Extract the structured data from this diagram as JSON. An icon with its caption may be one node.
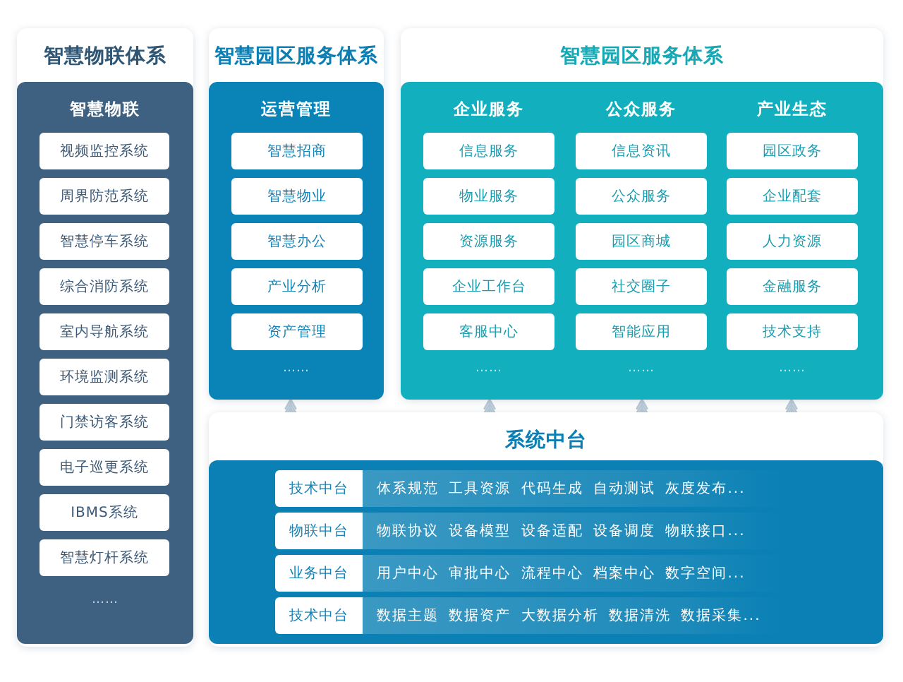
{
  "diagram": {
    "nodes": [
      {
        "text": [
          "智慧物联体系"
        ]
      },
      {
        "text": [
          "智慧物联",
          "……"
        ],
        "in": 0
      },
      {
        "text": [
          "视频监控系统"
        ],
        "in": 1
      },
      {
        "text": [
          "周界防范系统"
        ],
        "in": 1
      },
      {
        "text": [
          "智慧停车系统"
        ],
        "in": 1
      },
      {
        "text": [
          "综合消防系统"
        ],
        "in": 1
      },
      {
        "text": [
          "室内导航系统"
        ],
        "in": 1
      },
      {
        "text": [
          "环境监测系统"
        ],
        "in": 1
      },
      {
        "text": [
          "门禁访客系统"
        ],
        "in": 1
      },
      {
        "text": [
          "电子巡更系统"
        ],
        "in": 1
      },
      {
        "text": [
          "IBMS系统"
        ],
        "in": 1
      },
      {
        "text": [
          "智慧灯杆系统"
        ],
        "in": 1
      },
      {
        "text": [
          "智慧园区服务体系"
        ]
      },
      {
        "text": [
          "运营管理",
          "……"
        ],
        "in": 12
      },
      {
        "text": [
          "智慧招商"
        ],
        "in": 13
      },
      {
        "text": [
          "智慧物业"
        ],
        "in": 13
      },
      {
        "text": [
          "智慧办公"
        ],
        "in": 13
      },
      {
        "text": [
          "产业分析"
        ],
        "in": 13
      },
      {
        "text": [
          "资产管理"
        ],
        "in": 13
      },
      {
        "text": [
          "智慧园区服务体系"
        ]
      },
      {
        "text": [
          "企业服务",
          "公众服务",
          "产业生态",
          "……",
          "……",
          "……"
        ],
        "in": 19
      },
      {
        "text": [
          "信息服务"
        ],
        "in": 20
      },
      {
        "text": [
          "物业服务"
        ],
        "in": 20
      },
      {
        "text": [
          "资源服务"
        ],
        "in": 20
      },
      {
        "text": [
          "企业工作台"
        ],
        "in": 20
      },
      {
        "text": [
          "客服中心"
        ],
        "in": 20
      },
      {
        "text": [
          "信息资讯"
        ],
        "in": 20
      },
      {
        "text": [
          "公众服务"
        ],
        "in": 20
      },
      {
        "text": [
          "园区商城"
        ],
        "in": 20
      },
      {
        "text": [
          "社交圈子"
        ],
        "in": 20
      },
      {
        "text": [
          "智能应用"
        ],
        "in": 20
      },
      {
        "text": [
          "园区政务"
        ],
        "in": 20
      },
      {
        "text": [
          "企业配套"
        ],
        "in": 20
      },
      {
        "text": [
          "人力资源"
        ],
        "in": 20
      },
      {
        "text": [
          "金融服务"
        ],
        "in": 20
      },
      {
        "text": [
          "技术支持"
        ],
        "in": 20
      },
      {
        "text": [
          "系统中台"
        ]
      },
      {
        "text": [],
        "shape": "box",
        "in": 36
      },
      {
        "text": [
          "技术中台"
        ],
        "in": 37
      },
      {
        "text": [
          "体系规范 工具资源 代码生成 自动测试 灰度发布..."
        ],
        "in": 37
      },
      {
        "text": [
          "物联中台"
        ],
        "in": 37
      },
      {
        "text": [
          "物联协议 设备模型 设备适配 设备调度 物联接口..."
        ],
        "in": 37
      },
      {
        "text": [
          "业务中台"
        ],
        "in": 37
      },
      {
        "text": [
          "用户中心 审批中心 流程中心 档案中心 数字空间..."
        ],
        "in": 37
      },
      {
        "text": [
          "技术中台"
        ],
        "in": 37
      },
      {
        "text": [
          "数据主题 数据资产 大数据分析 数据清洗 数据采集..."
        ],
        "in": 37
      }
    ],
    "edges": [
      {
        "from": 36,
        "to": 13,
        "arrow": "to"
      },
      {
        "from": 36,
        "to": 20,
        "arrow": "to"
      },
      {
        "from": 36,
        "to": 20,
        "arrow": "to"
      },
      {
        "from": 36,
        "to": 20,
        "arrow": "to"
      }
    ]
  }
}
